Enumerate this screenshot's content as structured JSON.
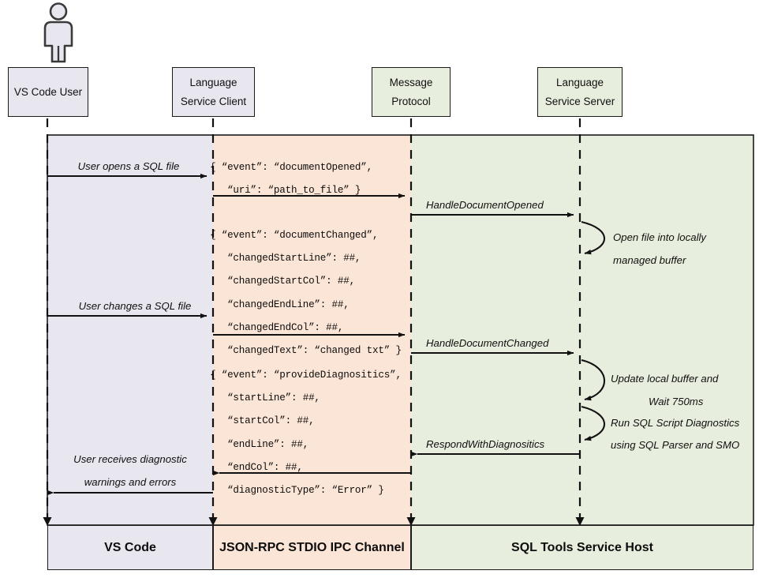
{
  "diagram": {
    "title": "VS Code SQL Tools language service sequence diagram",
    "colors": {
      "band_client": "#e8e6ef",
      "band_protocol": "#fbe5d6",
      "band_server": "#e8eedd",
      "stroke": "#1a1a1a"
    }
  },
  "actor": {
    "name": "stick-figure-actor"
  },
  "participants": [
    {
      "id": "vscode-user",
      "line1": "VS Code User",
      "line2": "",
      "fill": "purple"
    },
    {
      "id": "language-service-client",
      "line1": "Language",
      "line2": "Service Client",
      "fill": "purple"
    },
    {
      "id": "message-protocol",
      "line1": "Message",
      "line2": "Protocol",
      "fill": "green"
    },
    {
      "id": "language-service-server",
      "line1": "Language",
      "line2": "Service Server",
      "fill": "green"
    }
  ],
  "messages": [
    {
      "id": "user-opens-file",
      "label": "User opens a SQL file"
    },
    {
      "id": "handle-document-opened",
      "label": "HandleDocumentOpened"
    },
    {
      "id": "user-changes-file",
      "label": "User changes a SQL file"
    },
    {
      "id": "handle-document-changed",
      "label": "HandleDocumentChanged"
    },
    {
      "id": "respond-with-diagnositics",
      "label": "RespondWithDiagnositics"
    },
    {
      "id": "user-receives-diagnostics",
      "label_line1": "User receives diagnostic",
      "label_line2": "warnings and errors"
    }
  ],
  "self_calls": [
    {
      "id": "open-file-buffer",
      "line1": "Open file into locally",
      "line2": "managed buffer"
    },
    {
      "id": "update-buffer-wait",
      "line1": "Update local buffer and",
      "line2": "Wait 750ms"
    },
    {
      "id": "run-diagnostics",
      "line1": "Run SQL Script Diagnostics",
      "line2": "using SQL Parser and SMO"
    }
  ],
  "payloads": [
    {
      "id": "document-opened-payload",
      "text": "{ “event”: “documentOpened”,\n   “uri”: “path_to_file” }"
    },
    {
      "id": "document-changed-payload",
      "text": "{ “event”: “documentChanged”,\n   “changedStartLine”: ##,\n   “changedStartCol”: ##,\n   “changedEndLine”: ##,\n   “changedEndCol”: ##,\n   “changedText”: “changed txt” }"
    },
    {
      "id": "provide-diagnositics-payload",
      "text": "{ “event”: “provideDiagnositics”,\n   “startLine”: ##,\n   “startCol”: ##,\n   “endLine”: ##,\n   “endCol”: ##,\n   “diagnosticType”: “Error” }"
    }
  ],
  "footer": [
    {
      "id": "footer-vs-code",
      "label": "VS Code"
    },
    {
      "id": "footer-jsonrpc",
      "label": "JSON-RPC STDIO IPC Channel"
    },
    {
      "id": "footer-sqltools",
      "label": "SQL Tools Service Host"
    }
  ]
}
